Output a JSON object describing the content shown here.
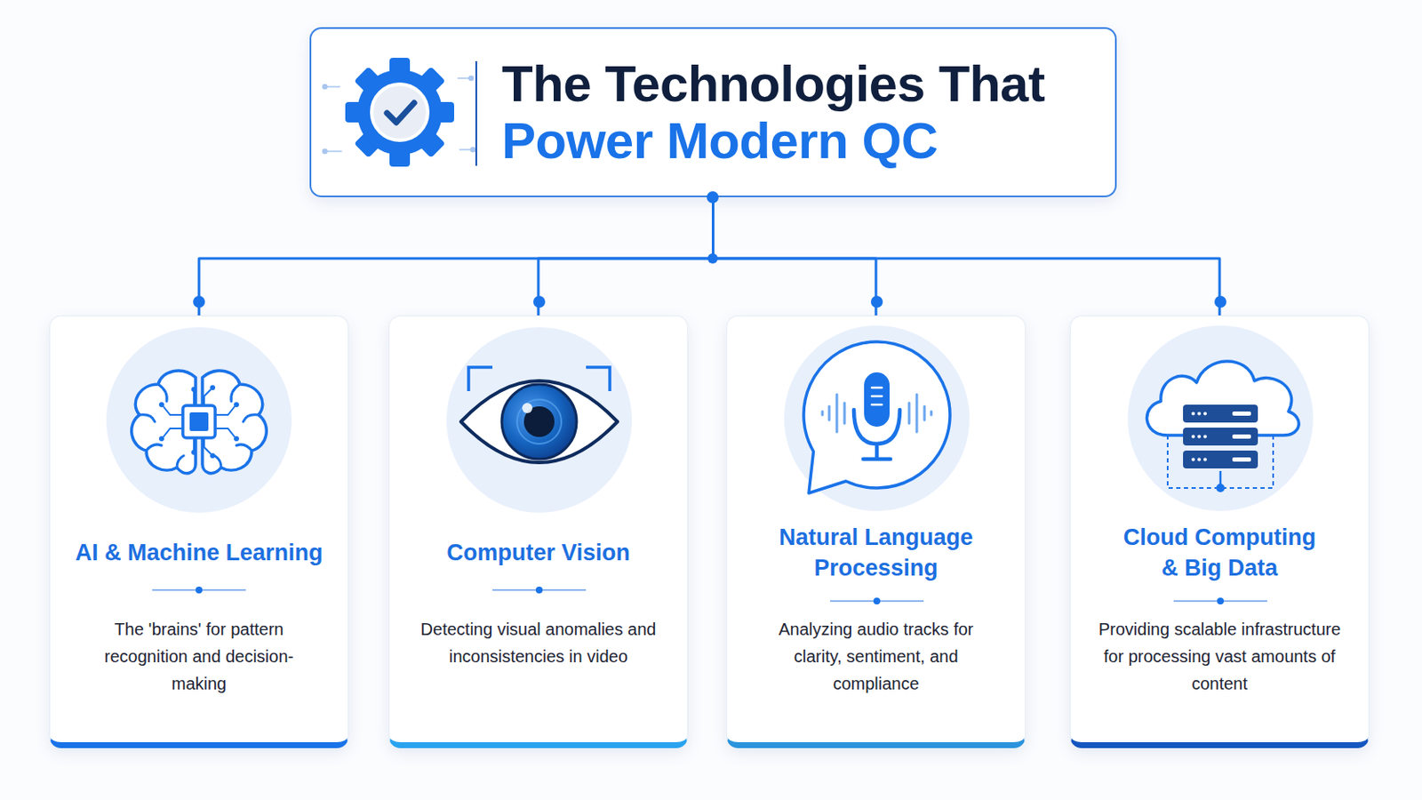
{
  "diagram": {
    "nodes": [
      {
        "text": [
          "The Technologies That",
          "Power Modern QC"
        ]
      },
      {
        "text": [
          "AI & Machine Learning",
          "The 'brains' for pattern recognition and decision-making"
        ]
      },
      {
        "text": [
          "Computer Vision",
          "Detecting visual anomalies and inconsistencies in video"
        ]
      },
      {
        "text": [
          "Natural Language Processing",
          "Analyzing audio tracks for clarity, sentiment, and compliance"
        ]
      },
      {
        "text": [
          "Cloud Computing & Big Data",
          "Providing scalable infrastructure for processing vast amounts of content"
        ]
      }
    ],
    "edges": [
      {
        "from": 0,
        "to": 1,
        "arrow": "none"
      },
      {
        "from": 0,
        "to": 2,
        "arrow": "none"
      },
      {
        "from": 0,
        "to": 3,
        "arrow": "none"
      },
      {
        "from": 0,
        "to": 4,
        "arrow": "none"
      }
    ]
  }
}
